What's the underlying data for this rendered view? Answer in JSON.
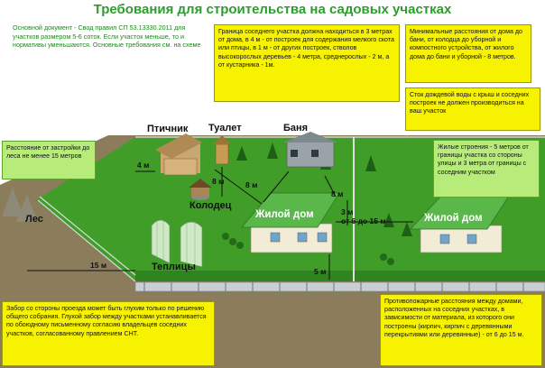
{
  "title": "Требования для строительства на садовых участках",
  "intro": "Основной документ - Свод правил СП 53.13330.2011 для участков размером 5-6 соток. Если участок меньше, то и нормативы уменьшаются. Основные требования см. на схеме",
  "notes": {
    "neighbor_border": "Граница соседнего участка должна находиться в 3 метрах от дома, в 4 м - от построек для содержания мелкого скота или птицы, в 1 м - от других построек, стволов высокорослых деревьев - 4 метра, среднерослых - 2 м, а от кустарника - 1м.",
    "min_distances": "Минимальные расстояния от дома до бани, от колодца до уборной и компостного устройства, от жилого дома до бани и уборной - 8 метров.",
    "rain_runoff": "Сток дождевой воды с крыш и соседних построек не должен производиться на ваш участок",
    "living_buildings": "Жилые строения - 5 метров от границы участка со стороны улицы и 3 метра от границы с соседним участком",
    "forest": "Расстояние от застройки до леса не менее 15 метров",
    "fence": "Забор со стороны проезда может быть глухим только по решению общего собрания. Глухой забор между участками устанавливается по обоюдному письменному согласию владельцев соседних участков, согласованному правлением СНТ.",
    "fire_distances": "Противопожарные расстояния между домами, расположенных на соседних участках, в зависимости от материала, из которого они построены (кирпич, кирпич с деревянными перекрытиями или деревянные) - от 6 до 15 м."
  },
  "labels": {
    "poultry": "Птичник",
    "toilet": "Туалет",
    "bath": "Баня",
    "well": "Колодец",
    "house1": "Жилой дом",
    "house2": "Жилой дом",
    "forest": "Лес",
    "greenhouses": "Теплицы"
  },
  "distances": {
    "d_4m_poultry": "4 м",
    "d_8m_toilet": "8 м",
    "d_8m_well_toilet": "8 м",
    "d_8m_house_bath": "8 м",
    "d_3m": "3 м",
    "d_6_15m": "от 6 до 15 м",
    "d_15m_forest": "15 м",
    "d_5m": "5 м"
  },
  "colors": {
    "title": "#2e9c2e",
    "note_yellow": "#f7f200",
    "note_green": "#b8ec7a",
    "lawn": "#3c9a26",
    "soil": "#8a7a58",
    "fence": "#9aa0a6",
    "roof": "#57b847"
  }
}
